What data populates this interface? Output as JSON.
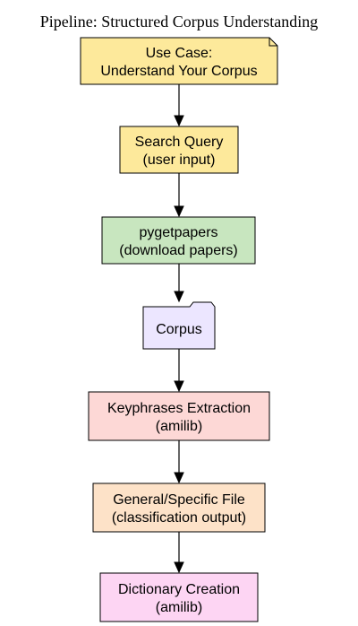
{
  "title": "Pipeline: Structured Corpus Understanding",
  "colors": {
    "note_fill": "#fde99b",
    "query_fill": "#fde99b",
    "download_fill": "#c8e6bf",
    "corpus_fill": "#ece6ff",
    "keyphrase_fill": "#fdd8d6",
    "classification_fill": "#fde2c8",
    "dictionary_fill": "#fdd5f3",
    "stroke": "#000000"
  },
  "nodes": [
    {
      "id": "use-case",
      "shape": "note",
      "fill": "note_fill",
      "lines": [
        "Use Case:",
        "Understand Your Corpus"
      ]
    },
    {
      "id": "search-query",
      "shape": "box",
      "fill": "query_fill",
      "lines": [
        "Search Query",
        "(user input)"
      ]
    },
    {
      "id": "pygetpapers",
      "shape": "box",
      "fill": "download_fill",
      "lines": [
        "pygetpapers",
        "(download papers)"
      ]
    },
    {
      "id": "corpus",
      "shape": "folder",
      "fill": "corpus_fill",
      "lines": [
        "Corpus"
      ]
    },
    {
      "id": "keyphrases",
      "shape": "box",
      "fill": "keyphrase_fill",
      "lines": [
        "Keyphrases Extraction",
        "(amilib)"
      ]
    },
    {
      "id": "general-specific",
      "shape": "box",
      "fill": "classification_fill",
      "lines": [
        "General/Specific File",
        "(classification output)"
      ]
    },
    {
      "id": "dictionary",
      "shape": "box",
      "fill": "dictionary_fill",
      "lines": [
        "Dictionary Creation",
        "(amilib)"
      ]
    }
  ],
  "edges": [
    {
      "from": "use-case",
      "to": "search-query"
    },
    {
      "from": "search-query",
      "to": "pygetpapers"
    },
    {
      "from": "pygetpapers",
      "to": "corpus"
    },
    {
      "from": "corpus",
      "to": "keyphrases"
    },
    {
      "from": "keyphrases",
      "to": "general-specific"
    },
    {
      "from": "general-specific",
      "to": "dictionary"
    }
  ]
}
